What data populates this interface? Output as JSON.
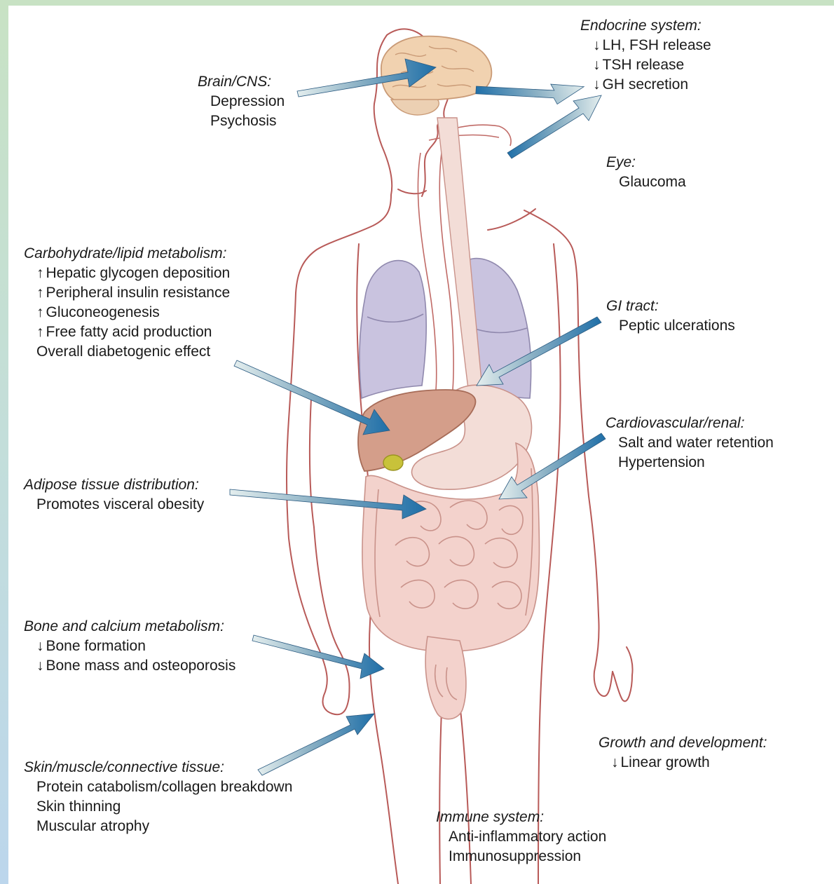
{
  "colors": {
    "arrow": "#1f6fa8",
    "arrow_tail": "#d6e6e8",
    "body_outline": "#b85a58",
    "lung": "#c9c3df",
    "liver": "#d49e8a",
    "gallbladder": "#c8c23a",
    "intestine": "#f3d2cc",
    "brain": "#f1d2b0"
  },
  "brain": {
    "heading": "Brain/CNS:",
    "items": [
      "Depression",
      "Psychosis"
    ]
  },
  "endocrine": {
    "heading": "Endocrine system:",
    "items": [
      "LH, FSH release",
      "TSH release",
      "GH secretion"
    ]
  },
  "eye": {
    "heading": "Eye:",
    "items": [
      "Glaucoma"
    ]
  },
  "carb": {
    "heading": "Carbohydrate/lipid metabolism:",
    "items": [
      "Hepatic glycogen deposition",
      "Peripheral insulin resistance",
      "Gluconeogenesis",
      "Free fatty acid production",
      "Overall diabetogenic effect"
    ]
  },
  "gi": {
    "heading": "GI tract:",
    "items": [
      "Peptic ulcerations"
    ]
  },
  "cardio": {
    "heading": "Cardiovascular/renal:",
    "items": [
      "Salt and water retention",
      "Hypertension"
    ]
  },
  "adipose": {
    "heading": "Adipose tissue distribution:",
    "items": [
      "Promotes visceral obesity"
    ]
  },
  "bone": {
    "heading": "Bone and calcium metabolism:",
    "items": [
      "Bone formation",
      "Bone mass and osteoporosis"
    ]
  },
  "growth": {
    "heading": "Growth and development:",
    "items": [
      "Linear growth"
    ]
  },
  "skin": {
    "heading": "Skin/muscle/connective tissue:",
    "items": [
      "Protein catabolism/collagen breakdown",
      "Skin thinning",
      "Muscular atrophy"
    ]
  },
  "immune": {
    "heading": "Immune system:",
    "items": [
      "Anti-inflammatory action",
      "Immunosuppression"
    ]
  }
}
